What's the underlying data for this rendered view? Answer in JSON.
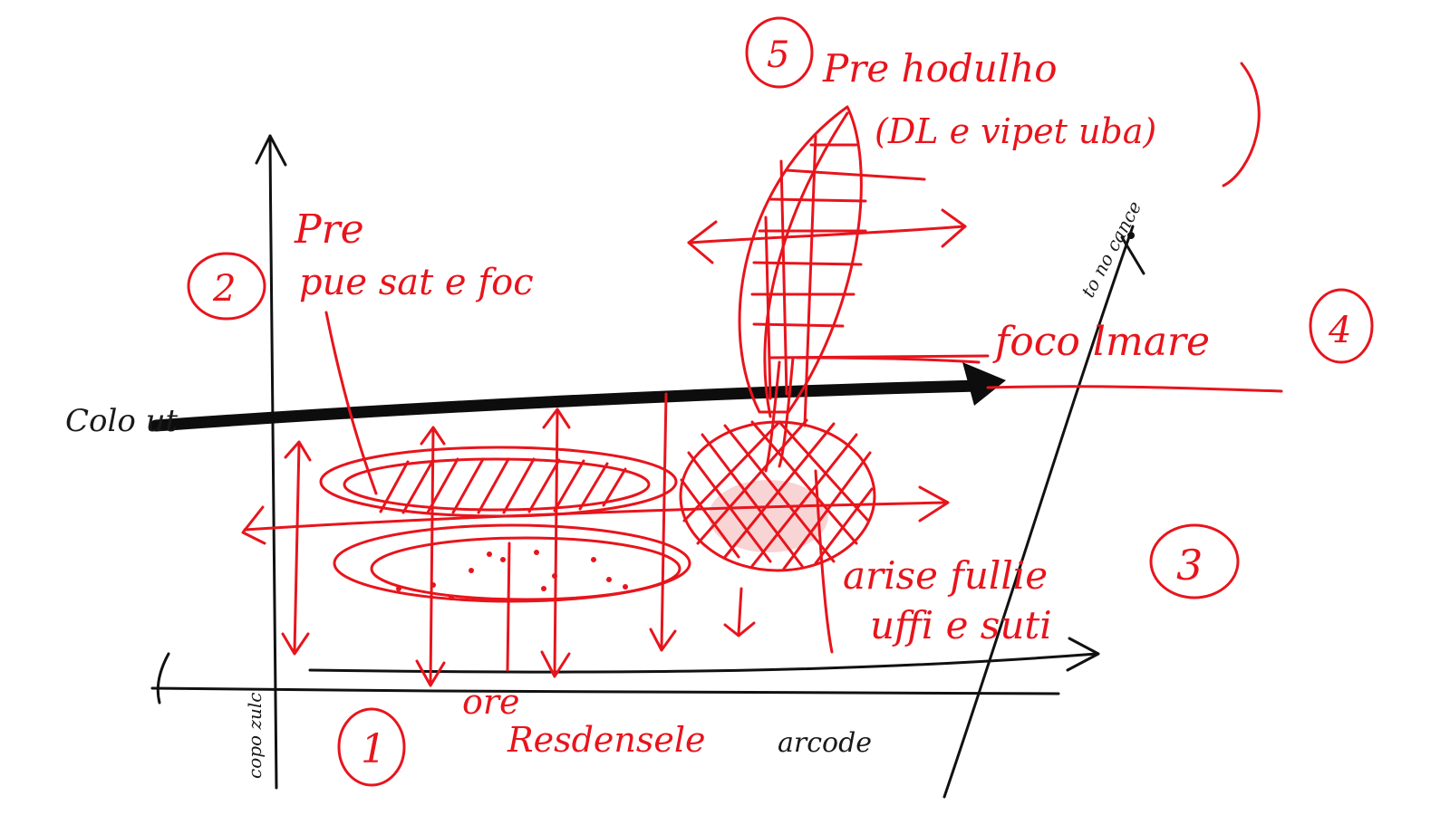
{
  "labels": {
    "y_axis": "copo zulc",
    "x_axis": "arcode",
    "diagonal_axis": "to no cance",
    "colout": "Colo ut",
    "n1": "1",
    "n2": "2",
    "n3": "3",
    "n4": "4",
    "n5": "5",
    "label1_line1": "ore",
    "label1_line2": "Resdensele",
    "label2_line1": "Pre",
    "label2_line2": "pue sat e foc",
    "label3_line1": "arise fullie",
    "label3_line2": "uffi e suti",
    "label4": "foco lmare",
    "label5_line1": "Pre hodulho",
    "label5_line2": "(DL e vipet uba)"
  },
  "colors": {
    "ink_red": "#e8141c",
    "ink_black": "#111111",
    "highlight": "#f6c9cb",
    "background": "#ffffff"
  }
}
